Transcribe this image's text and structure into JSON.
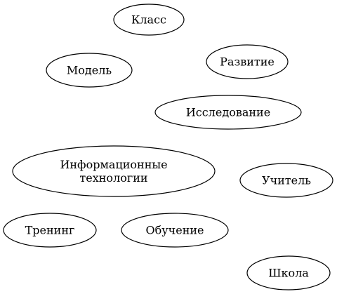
{
  "diagram": {
    "nodes": [
      {
        "id": "klass",
        "lines": [
          "Класс"
        ]
      },
      {
        "id": "model",
        "lines": [
          "Модель"
        ]
      },
      {
        "id": "razvitie",
        "lines": [
          "Развитие"
        ]
      },
      {
        "id": "issledovanie",
        "lines": [
          "Исследование"
        ]
      },
      {
        "id": "it",
        "lines": [
          "Информационные",
          "технологии"
        ]
      },
      {
        "id": "uchitel",
        "lines": [
          "Учитель"
        ]
      },
      {
        "id": "trening",
        "lines": [
          "Тренинг"
        ]
      },
      {
        "id": "obuchenie",
        "lines": [
          "Обучение"
        ]
      },
      {
        "id": "shkola",
        "lines": [
          "Школа"
        ]
      }
    ]
  }
}
